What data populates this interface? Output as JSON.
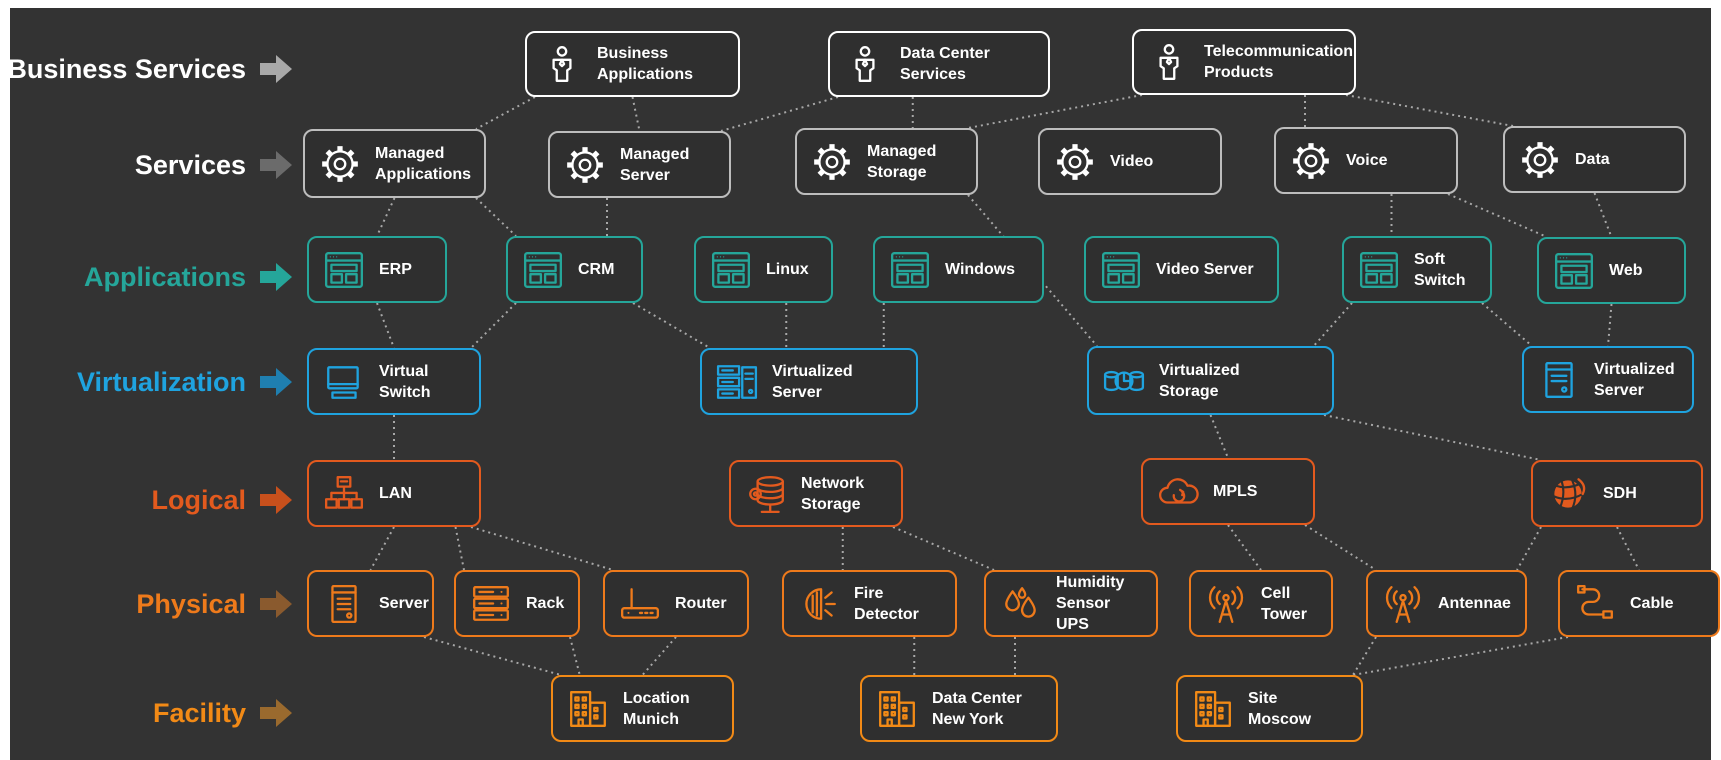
{
  "colors": {
    "background": "#333333",
    "business": "#ffffff",
    "services": "#bdbdbd",
    "applications": "#25a69a",
    "virtualization": "#1fa3df",
    "logical": "#e35a1e",
    "physical": "#ee7a1b",
    "facility": "#f28a16",
    "edge": "#a8a8a8"
  },
  "layers": [
    {
      "id": "business",
      "label": "Business Services",
      "color": "#ffffff",
      "arrow_color": "#a9a9a9"
    },
    {
      "id": "services",
      "label": "Services",
      "color": "#ffffff",
      "arrow_color": "#6b6b6b"
    },
    {
      "id": "applications",
      "label": "Applications",
      "color": "#25a69a",
      "arrow_color": "#25a69a"
    },
    {
      "id": "virtualization",
      "label": "Virtualization",
      "color": "#1fa3df",
      "arrow_color": "#1f7fb0"
    },
    {
      "id": "logical",
      "label": "Logical",
      "color": "#e35a1e",
      "arrow_color": "#c8501c"
    },
    {
      "id": "physical",
      "label": "Physical",
      "color": "#ee7a1b",
      "arrow_color": "#8a5a2e"
    },
    {
      "id": "facility",
      "label": "Facility",
      "color": "#f28a16",
      "arrow_color": "#9a6a2e"
    }
  ],
  "nodes": [
    {
      "id": "business-applications",
      "layer": "business",
      "label": "Business\nApplications",
      "icon": "person-icon"
    },
    {
      "id": "data-center-services",
      "layer": "business",
      "label": "Data Center\nServices",
      "icon": "person-icon"
    },
    {
      "id": "telecommunication-products",
      "layer": "business",
      "label": "Telecommunication\nProducts",
      "icon": "person-icon"
    },
    {
      "id": "managed-applications",
      "layer": "services",
      "label": "Managed\nApplications",
      "icon": "gear-icon"
    },
    {
      "id": "managed-server",
      "layer": "services",
      "label": "Managed\nServer",
      "icon": "gear-icon"
    },
    {
      "id": "managed-storage",
      "layer": "services",
      "label": "Managed\nStorage",
      "icon": "gear-icon"
    },
    {
      "id": "video",
      "layer": "services",
      "label": "Video",
      "icon": "gear-icon"
    },
    {
      "id": "voice",
      "layer": "services",
      "label": "Voice",
      "icon": "gear-icon"
    },
    {
      "id": "data",
      "layer": "services",
      "label": "Data",
      "icon": "gear-icon"
    },
    {
      "id": "erp",
      "layer": "applications",
      "label": "ERP",
      "icon": "app-window-icon"
    },
    {
      "id": "crm",
      "layer": "applications",
      "label": "CRM",
      "icon": "app-window-icon"
    },
    {
      "id": "linux",
      "layer": "applications",
      "label": "Linux",
      "icon": "app-window-icon"
    },
    {
      "id": "windows",
      "layer": "applications",
      "label": "Windows",
      "icon": "app-window-icon"
    },
    {
      "id": "video-server",
      "layer": "applications",
      "label": "Video Server",
      "icon": "app-window-icon"
    },
    {
      "id": "soft-switch",
      "layer": "applications",
      "label": "Soft\nSwitch",
      "icon": "app-window-icon"
    },
    {
      "id": "web",
      "layer": "applications",
      "label": "Web",
      "icon": "app-window-icon"
    },
    {
      "id": "virtual-switch",
      "layer": "virtualization",
      "label": "Virtual\nSwitch",
      "icon": "monitor-icon"
    },
    {
      "id": "virtualized-server-1",
      "layer": "virtualization",
      "label": "Virtualized\nServer",
      "icon": "server-stack-icon"
    },
    {
      "id": "virtualized-storage",
      "layer": "virtualization",
      "label": "Virtualized\nStorage",
      "icon": "storage-pie-icon"
    },
    {
      "id": "virtualized-server-2",
      "layer": "virtualization",
      "label": "Virtualized\nServer",
      "icon": "server-doc-icon"
    },
    {
      "id": "lan",
      "layer": "logical",
      "label": "LAN",
      "icon": "network-tree-icon"
    },
    {
      "id": "network-storage",
      "layer": "logical",
      "label": "Network\nStorage",
      "icon": "database-gear-icon"
    },
    {
      "id": "mpls",
      "layer": "logical",
      "label": "MPLS",
      "icon": "cloud-sync-icon"
    },
    {
      "id": "sdh",
      "layer": "logical",
      "label": "SDH",
      "icon": "globe-icon"
    },
    {
      "id": "server",
      "layer": "physical",
      "label": "Server",
      "icon": "server-tower-icon"
    },
    {
      "id": "rack",
      "layer": "physical",
      "label": "Rack",
      "icon": "rack-icon"
    },
    {
      "id": "router",
      "layer": "physical",
      "label": "Router",
      "icon": "router-icon"
    },
    {
      "id": "fire-detector",
      "layer": "physical",
      "label": "Fire\nDetector",
      "icon": "fire-detector-icon"
    },
    {
      "id": "humidity-sensor-ups",
      "layer": "physical",
      "label": "Humidity\nSensor UPS",
      "icon": "droplets-icon"
    },
    {
      "id": "cell-tower",
      "layer": "physical",
      "label": "Cell\nTower",
      "icon": "antenna-icon"
    },
    {
      "id": "antennae",
      "layer": "physical",
      "label": "Antennae",
      "icon": "antenna-icon"
    },
    {
      "id": "cable",
      "layer": "physical",
      "label": "Cable",
      "icon": "cable-icon"
    },
    {
      "id": "location-munich",
      "layer": "facility",
      "label": "Location\nMunich",
      "icon": "building-icon"
    },
    {
      "id": "data-center-new-york",
      "layer": "facility",
      "label": "Data Center\nNew York",
      "icon": "building-icon"
    },
    {
      "id": "site-moscow",
      "layer": "facility",
      "label": "Site\nMoscow",
      "icon": "building-icon"
    }
  ],
  "edges": [
    [
      "business-applications",
      "managed-applications"
    ],
    [
      "business-applications",
      "managed-server"
    ],
    [
      "data-center-services",
      "managed-server"
    ],
    [
      "data-center-services",
      "managed-storage"
    ],
    [
      "telecommunication-products",
      "managed-storage"
    ],
    [
      "telecommunication-products",
      "voice"
    ],
    [
      "telecommunication-products",
      "data"
    ],
    [
      "managed-applications",
      "erp"
    ],
    [
      "managed-applications",
      "crm"
    ],
    [
      "managed-server",
      "crm"
    ],
    [
      "managed-storage",
      "virtualized-storage"
    ],
    [
      "voice",
      "soft-switch"
    ],
    [
      "voice",
      "web"
    ],
    [
      "data",
      "web"
    ],
    [
      "erp",
      "virtual-switch"
    ],
    [
      "crm",
      "virtual-switch"
    ],
    [
      "crm",
      "virtualized-server-1"
    ],
    [
      "linux",
      "virtualized-server-1"
    ],
    [
      "windows",
      "virtualized-server-1"
    ],
    [
      "soft-switch",
      "virtualized-storage"
    ],
    [
      "soft-switch",
      "virtualized-server-2"
    ],
    [
      "web",
      "virtualized-server-2"
    ],
    [
      "virtual-switch",
      "lan"
    ],
    [
      "virtualized-storage",
      "mpls"
    ],
    [
      "virtualized-storage",
      "sdh"
    ],
    [
      "lan",
      "server"
    ],
    [
      "lan",
      "rack"
    ],
    [
      "lan",
      "router"
    ],
    [
      "network-storage",
      "fire-detector"
    ],
    [
      "network-storage",
      "humidity-sensor-ups"
    ],
    [
      "mpls",
      "cell-tower"
    ],
    [
      "mpls",
      "antennae"
    ],
    [
      "sdh",
      "antennae"
    ],
    [
      "sdh",
      "cable"
    ],
    [
      "server",
      "location-munich"
    ],
    [
      "rack",
      "location-munich"
    ],
    [
      "router",
      "location-munich"
    ],
    [
      "fire-detector",
      "data-center-new-york"
    ],
    [
      "humidity-sensor-ups",
      "data-center-new-york"
    ],
    [
      "antennae",
      "site-moscow"
    ],
    [
      "cable",
      "site-moscow"
    ]
  ]
}
